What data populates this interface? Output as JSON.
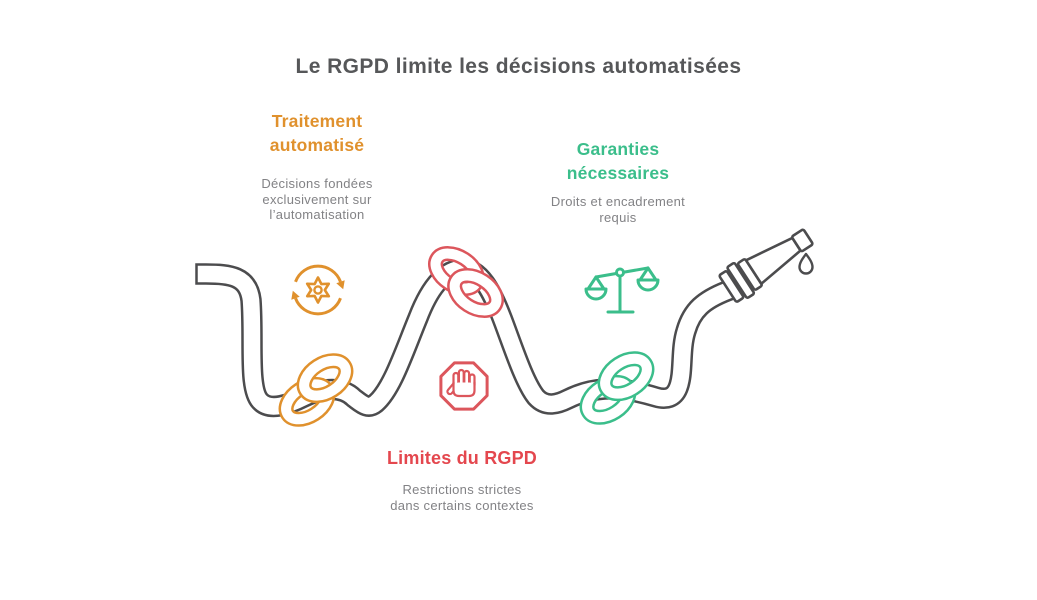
{
  "title": "Le RGPD limite les décisions automatisées",
  "sections": {
    "automated": {
      "heading": "Traitement\nautomatisé",
      "body": "Décisions fondées\nexclusivement sur\nl’automatisation",
      "icon": "sync-gear-icon",
      "color": "#E0912D"
    },
    "guarantees": {
      "heading": "Garanties\nnécessaires",
      "body": "Droits et encadrement\nrequis",
      "icon": "justice-scales-icon",
      "color": "#3BBE8B"
    },
    "limits": {
      "heading": "Limites du RGPD",
      "body": "Restrictions strictes\ndans certains contextes",
      "icon": "stop-hand-icon",
      "color": "#E4474E"
    }
  },
  "illustration": {
    "hose_color": "#4C4C4E",
    "knot_colors": {
      "automated": "#E0912D",
      "limits": "#DC565C",
      "guarantees": "#3BBE8B"
    },
    "elements": [
      "hose",
      "orange-knot",
      "red-knot",
      "green-knot",
      "nozzle",
      "water-drop"
    ]
  },
  "colors": {
    "title_text": "#565759",
    "body_text": "#828285",
    "orange": "#E0912D",
    "green": "#3BBE8B",
    "red_text": "#E4474E",
    "red_knot": "#DC565C",
    "hose_gray": "#4C4C4E",
    "background": "#FFFFFF"
  }
}
